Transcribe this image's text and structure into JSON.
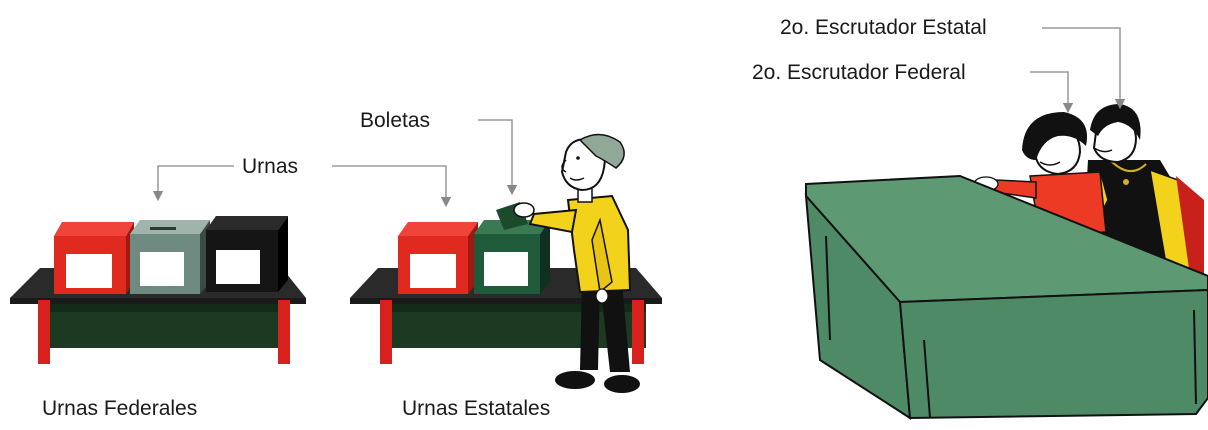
{
  "labels": {
    "urnas": "Urnas",
    "boletas": "Boletas",
    "urnas_federales": "Urnas Federales",
    "urnas_estatales": "Urnas Estatales",
    "escrutador_estatal": "2o. Escrutador Estatal",
    "escrutador_federal": "2o. Escrutador Federal"
  },
  "colors": {
    "table_top": "#2a2a2a",
    "table_front": "#1c3a22",
    "table_legs": "#d8201c",
    "urn_red": "#e02a20",
    "urn_gray": "#6f8a80",
    "urn_green": "#1f5a3a",
    "urn_black": "#151515",
    "tablecloth": "#4f8a66",
    "shirt_yellow": "#f2d21a",
    "shirt_red": "#ec3a24",
    "hair_gray": "#8fa898",
    "leader_line": "#888888"
  },
  "icons": {
    "urn": "ballot-box-icon",
    "voter": "voter-figure-icon",
    "table": "table-icon",
    "scrutineer": "scrutineer-figure-icon"
  }
}
